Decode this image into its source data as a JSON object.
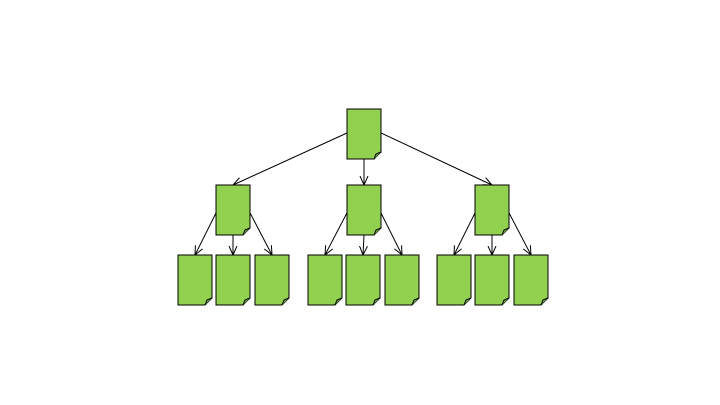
{
  "diagram": {
    "type": "tree",
    "colors": {
      "node_fill": "#92d050",
      "node_stroke": "#000000",
      "edge_stroke": "#000000",
      "background": "#ffffff"
    },
    "node_icon": "document-icon",
    "nodes": [
      {
        "id": "root",
        "level": 0,
        "label": ""
      },
      {
        "id": "child-1",
        "level": 1,
        "label": ""
      },
      {
        "id": "child-2",
        "level": 1,
        "label": ""
      },
      {
        "id": "child-3",
        "level": 1,
        "label": ""
      },
      {
        "id": "leaf-1-1",
        "level": 2,
        "label": ""
      },
      {
        "id": "leaf-1-2",
        "level": 2,
        "label": ""
      },
      {
        "id": "leaf-1-3",
        "level": 2,
        "label": ""
      },
      {
        "id": "leaf-2-1",
        "level": 2,
        "label": ""
      },
      {
        "id": "leaf-2-2",
        "level": 2,
        "label": ""
      },
      {
        "id": "leaf-2-3",
        "level": 2,
        "label": ""
      },
      {
        "id": "leaf-3-1",
        "level": 2,
        "label": ""
      },
      {
        "id": "leaf-3-2",
        "level": 2,
        "label": ""
      },
      {
        "id": "leaf-3-3",
        "level": 2,
        "label": ""
      }
    ],
    "edges": [
      {
        "from": "root",
        "to": "child-1"
      },
      {
        "from": "root",
        "to": "child-2"
      },
      {
        "from": "root",
        "to": "child-3"
      },
      {
        "from": "child-1",
        "to": "leaf-1-1"
      },
      {
        "from": "child-1",
        "to": "leaf-1-2"
      },
      {
        "from": "child-1",
        "to": "leaf-1-3"
      },
      {
        "from": "child-2",
        "to": "leaf-2-1"
      },
      {
        "from": "child-2",
        "to": "leaf-2-2"
      },
      {
        "from": "child-2",
        "to": "leaf-2-3"
      },
      {
        "from": "child-3",
        "to": "leaf-3-1"
      },
      {
        "from": "child-3",
        "to": "leaf-3-2"
      },
      {
        "from": "child-3",
        "to": "leaf-3-3"
      }
    ]
  }
}
